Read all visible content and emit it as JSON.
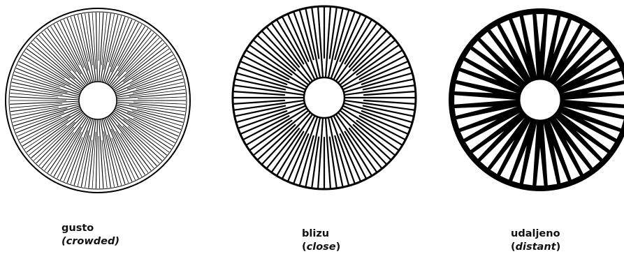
{
  "figures": [
    {
      "id": "crowded",
      "label": "gusto",
      "gloss_open": "",
      "gloss_word": "crowded",
      "gloss_close": "",
      "wrap_parens_in_italic": true,
      "style": "crowded"
    },
    {
      "id": "close",
      "label": "blizu",
      "gloss_open": "(",
      "gloss_word": "close",
      "gloss_close": ")",
      "wrap_parens_in_italic": false,
      "style": "close"
    },
    {
      "id": "distant",
      "label": "udaljeno",
      "gloss_open": "(",
      "gloss_word": "distant",
      "gloss_close": ")",
      "wrap_parens_in_italic": false,
      "style": "distant"
    }
  ],
  "colors": {
    "ink": "#000000",
    "paper": "#ffffff"
  }
}
